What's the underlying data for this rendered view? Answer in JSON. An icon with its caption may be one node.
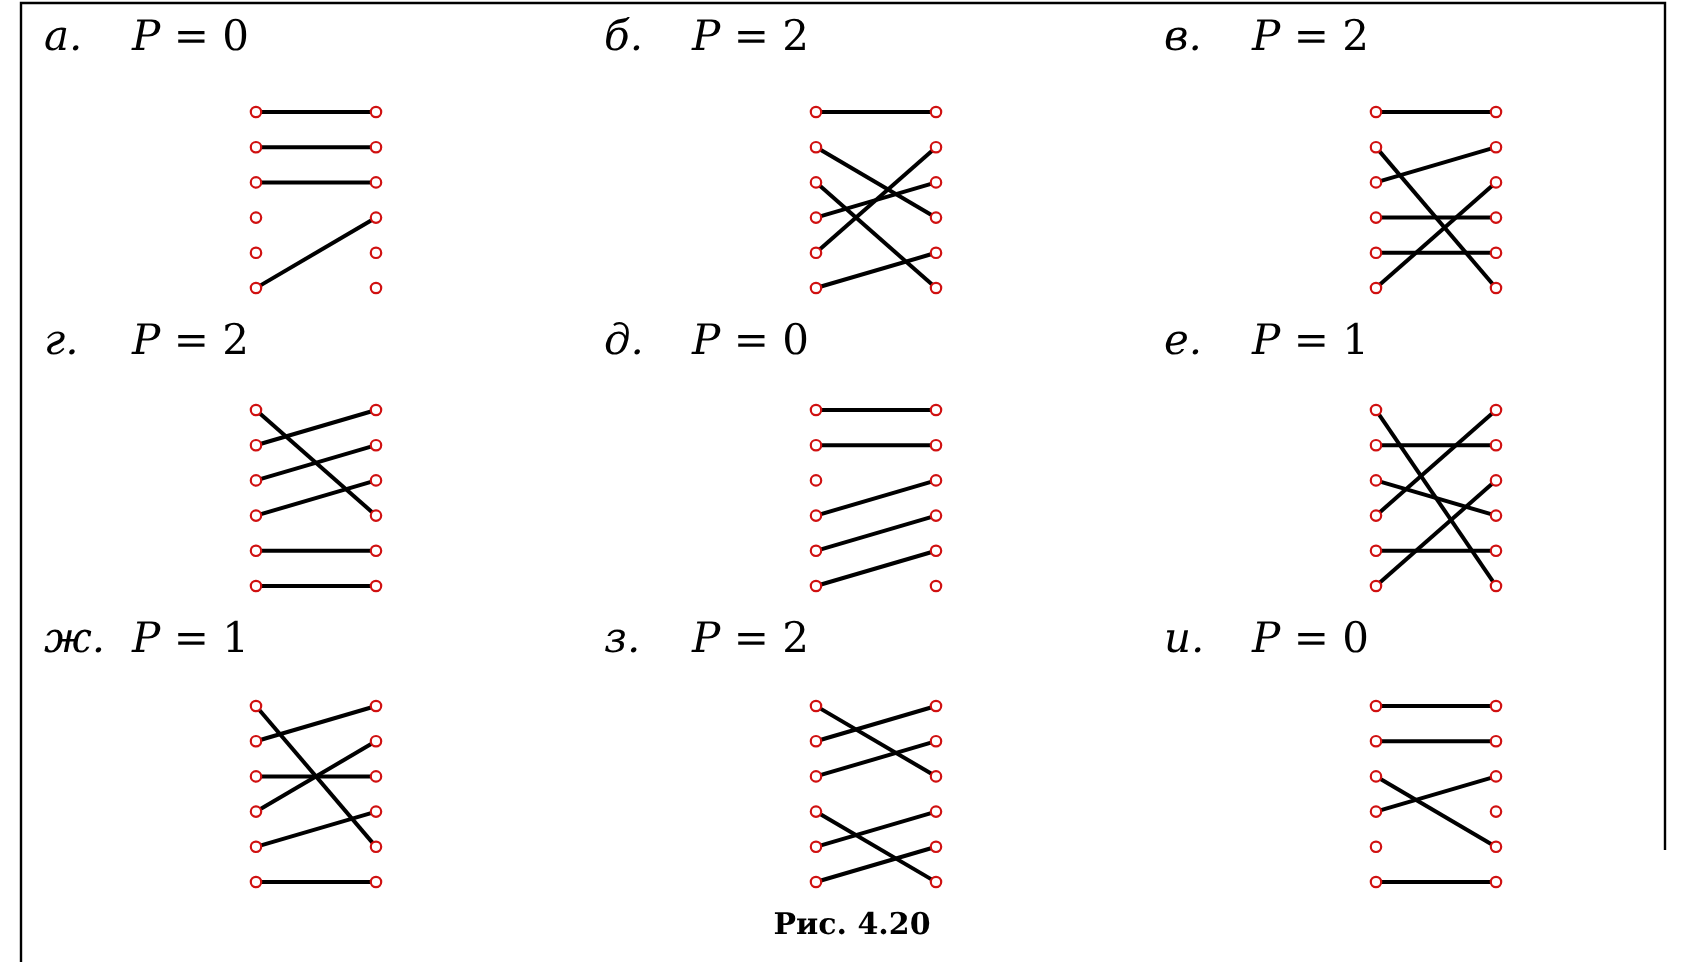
{
  "diagram": {
    "caption": "Рис. 4.20",
    "nodes": [
      {
        "text": [],
        "shape": "circle"
      },
      {
        "text": [],
        "shape": "circle"
      },
      {
        "text": [],
        "shape": "circle"
      },
      {
        "text": [],
        "shape": "circle"
      },
      {
        "text": [],
        "shape": "circle"
      },
      {
        "text": [],
        "shape": "circle"
      },
      {
        "text": [],
        "shape": "circle"
      },
      {
        "text": [],
        "shape": "circle"
      },
      {
        "text": [],
        "shape": "circle"
      },
      {
        "text": [],
        "shape": "circle"
      },
      {
        "text": [],
        "shape": "circle"
      },
      {
        "text": [],
        "shape": "circle"
      },
      {
        "text": [],
        "shape": "circle"
      },
      {
        "text": [],
        "shape": "circle"
      },
      {
        "text": [],
        "shape": "circle"
      },
      {
        "text": [],
        "shape": "circle"
      },
      {
        "text": [],
        "shape": "circle"
      },
      {
        "text": [],
        "shape": "circle"
      },
      {
        "text": [],
        "shape": "circle"
      },
      {
        "text": [],
        "shape": "circle"
      },
      {
        "text": [],
        "shape": "circle"
      },
      {
        "text": [],
        "shape": "circle"
      },
      {
        "text": [],
        "shape": "circle"
      },
      {
        "text": [],
        "shape": "circle"
      },
      {
        "text": [],
        "shape": "circle"
      },
      {
        "text": [],
        "shape": "circle"
      },
      {
        "text": [],
        "shape": "circle"
      },
      {
        "text": [],
        "shape": "circle"
      },
      {
        "text": [],
        "shape": "circle"
      },
      {
        "text": [],
        "shape": "circle"
      },
      {
        "text": [],
        "shape": "circle"
      },
      {
        "text": [],
        "shape": "circle"
      },
      {
        "text": [],
        "shape": "circle"
      },
      {
        "text": [],
        "shape": "circle"
      },
      {
        "text": [],
        "shape": "circle"
      },
      {
        "text": [],
        "shape": "circle"
      },
      {
        "text": [],
        "shape": "circle"
      },
      {
        "text": [],
        "shape": "circle"
      },
      {
        "text": [],
        "shape": "circle"
      },
      {
        "text": [],
        "shape": "circle"
      },
      {
        "text": [],
        "shape": "circle"
      },
      {
        "text": [],
        "shape": "circle"
      },
      {
        "text": [],
        "shape": "circle"
      },
      {
        "text": [],
        "shape": "circle"
      },
      {
        "text": [],
        "shape": "circle"
      },
      {
        "text": [],
        "shape": "circle"
      },
      {
        "text": [],
        "shape": "circle"
      },
      {
        "text": [],
        "shape": "circle"
      },
      {
        "text": [],
        "shape": "circle"
      },
      {
        "text": [],
        "shape": "circle"
      },
      {
        "text": [],
        "shape": "circle"
      },
      {
        "text": [],
        "shape": "circle"
      },
      {
        "text": [],
        "shape": "circle"
      },
      {
        "text": [],
        "shape": "circle"
      },
      {
        "text": [],
        "shape": "circle"
      },
      {
        "text": [],
        "shape": "circle"
      },
      {
        "text": [],
        "shape": "circle"
      },
      {
        "text": [],
        "shape": "circle"
      },
      {
        "text": [],
        "shape": "circle"
      },
      {
        "text": [],
        "shape": "circle"
      },
      {
        "text": [],
        "shape": "circle"
      },
      {
        "text": [],
        "shape": "circle"
      },
      {
        "text": [],
        "shape": "circle"
      },
      {
        "text": [],
        "shape": "circle"
      },
      {
        "text": [],
        "shape": "circle"
      },
      {
        "text": [],
        "shape": "circle"
      },
      {
        "text": [],
        "shape": "circle"
      },
      {
        "text": [],
        "shape": "circle"
      },
      {
        "text": [],
        "shape": "circle"
      },
      {
        "text": [],
        "shape": "circle"
      },
      {
        "text": [],
        "shape": "circle"
      },
      {
        "text": [],
        "shape": "circle"
      },
      {
        "text": [],
        "shape": "circle"
      },
      {
        "text": [],
        "shape": "circle"
      },
      {
        "text": [],
        "shape": "circle"
      },
      {
        "text": [],
        "shape": "circle"
      },
      {
        "text": [],
        "shape": "circle"
      },
      {
        "text": [],
        "shape": "circle"
      },
      {
        "text": [],
        "shape": "circle"
      },
      {
        "text": [],
        "shape": "circle"
      },
      {
        "text": [],
        "shape": "circle"
      },
      {
        "text": [],
        "shape": "circle"
      },
      {
        "text": [],
        "shape": "circle"
      },
      {
        "text": [],
        "shape": "circle"
      },
      {
        "text": [],
        "shape": "circle"
      },
      {
        "text": [],
        "shape": "circle"
      },
      {
        "text": [],
        "shape": "circle"
      },
      {
        "text": [],
        "shape": "circle"
      },
      {
        "text": [],
        "shape": "circle"
      },
      {
        "text": [],
        "shape": "circle"
      },
      {
        "text": [],
        "shape": "circle"
      },
      {
        "text": [],
        "shape": "circle"
      },
      {
        "text": [],
        "shape": "circle"
      },
      {
        "text": [],
        "shape": "circle"
      },
      {
        "text": [],
        "shape": "circle"
      },
      {
        "text": [],
        "shape": "circle"
      },
      {
        "text": [],
        "shape": "circle"
      },
      {
        "text": [],
        "shape": "circle"
      },
      {
        "text": [],
        "shape": "circle"
      },
      {
        "text": [],
        "shape": "circle"
      },
      {
        "text": [],
        "shape": "circle"
      },
      {
        "text": [],
        "shape": "circle"
      },
      {
        "text": [],
        "shape": "circle"
      },
      {
        "text": [],
        "shape": "circle"
      },
      {
        "text": [],
        "shape": "circle"
      },
      {
        "text": [],
        "shape": "circle"
      },
      {
        "text": [],
        "shape": "circle"
      },
      {
        "text": [],
        "shape": "circle"
      }
    ],
    "edges": [
      {
        "from": 0,
        "to": 6,
        "arrow": "none"
      },
      {
        "from": 1,
        "to": 7,
        "arrow": "none"
      },
      {
        "from": 2,
        "to": 8,
        "arrow": "none"
      },
      {
        "from": 5,
        "to": 9,
        "arrow": "none"
      },
      {
        "from": 12,
        "to": 18,
        "arrow": "none"
      },
      {
        "from": 13,
        "to": 21,
        "arrow": "none"
      },
      {
        "from": 14,
        "to": 23,
        "arrow": "none"
      },
      {
        "from": 15,
        "to": 20,
        "arrow": "none"
      },
      {
        "from": 16,
        "to": 19,
        "arrow": "none"
      },
      {
        "from": 17,
        "to": 22,
        "arrow": "none"
      },
      {
        "from": 24,
        "to": 30,
        "arrow": "none"
      },
      {
        "from": 25,
        "to": 35,
        "arrow": "none"
      },
      {
        "from": 26,
        "to": 31,
        "arrow": "none"
      },
      {
        "from": 27,
        "to": 33,
        "arrow": "none"
      },
      {
        "from": 28,
        "to": 34,
        "arrow": "none"
      },
      {
        "from": 29,
        "to": 32,
        "arrow": "none"
      },
      {
        "from": 36,
        "to": 45,
        "arrow": "none"
      },
      {
        "from": 37,
        "to": 42,
        "arrow": "none"
      },
      {
        "from": 38,
        "to": 43,
        "arrow": "none"
      },
      {
        "from": 39,
        "to": 44,
        "arrow": "none"
      },
      {
        "from": 40,
        "to": 46,
        "arrow": "none"
      },
      {
        "from": 41,
        "to": 47,
        "arrow": "none"
      },
      {
        "from": 48,
        "to": 54,
        "arrow": "none"
      },
      {
        "from": 49,
        "to": 55,
        "arrow": "none"
      },
      {
        "from": 51,
        "to": 56,
        "arrow": "none"
      },
      {
        "from": 52,
        "to": 57,
        "arrow": "none"
      },
      {
        "from": 53,
        "to": 58,
        "arrow": "none"
      },
      {
        "from": 60,
        "to": 71,
        "arrow": "none"
      },
      {
        "from": 61,
        "to": 67,
        "arrow": "none"
      },
      {
        "from": 62,
        "to": 69,
        "arrow": "none"
      },
      {
        "from": 63,
        "to": 66,
        "arrow": "none"
      },
      {
        "from": 64,
        "to": 70,
        "arrow": "none"
      },
      {
        "from": 65,
        "to": 68,
        "arrow": "none"
      },
      {
        "from": 72,
        "to": 82,
        "arrow": "none"
      },
      {
        "from": 73,
        "to": 78,
        "arrow": "none"
      },
      {
        "from": 74,
        "to": 80,
        "arrow": "none"
      },
      {
        "from": 75,
        "to": 79,
        "arrow": "none"
      },
      {
        "from": 76,
        "to": 81,
        "arrow": "none"
      },
      {
        "from": 77,
        "to": 83,
        "arrow": "none"
      },
      {
        "from": 84,
        "to": 92,
        "arrow": "none"
      },
      {
        "from": 85,
        "to": 90,
        "arrow": "none"
      },
      {
        "from": 86,
        "to": 91,
        "arrow": "none"
      },
      {
        "from": 87,
        "to": 95,
        "arrow": "none"
      },
      {
        "from": 88,
        "to": 93,
        "arrow": "none"
      },
      {
        "from": 89,
        "to": 94,
        "arrow": "none"
      },
      {
        "from": 96,
        "to": 102,
        "arrow": "none"
      },
      {
        "from": 97,
        "to": 103,
        "arrow": "none"
      },
      {
        "from": 98,
        "to": 106,
        "arrow": "none"
      },
      {
        "from": 99,
        "to": 104,
        "arrow": "none"
      },
      {
        "from": 101,
        "to": 107,
        "arrow": "none"
      }
    ],
    "labels": [
      "а.",
      "*P* = 0",
      "б.",
      "*P* = 2",
      "в.",
      "*P* = 2",
      "г.",
      "*P* = 2",
      "д.",
      "*P* = 0",
      "е.",
      "*P* = 1",
      "ж.",
      "*P* = 1",
      "з.",
      "*P* = 2",
      "и.",
      "*P* = 0"
    ]
  }
}
